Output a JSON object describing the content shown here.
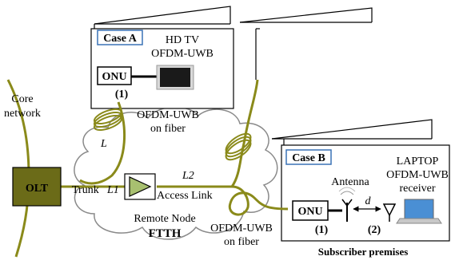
{
  "labels": {
    "core_network_line1": "Core",
    "core_network_line2": "network",
    "olt": "OLT",
    "trunk": "Trunk",
    "trunk_var": "L1",
    "access_link": "Access Link",
    "access_var": "L2",
    "remote_node": "Remote Node",
    "ftth": "FTTH",
    "fiber_var_l": "L",
    "uwb_fiber_top_line1": "OFDM-UWB",
    "uwb_fiber_top_line2": "on fiber",
    "uwb_fiber_bottom_line1": "OFDM-UWB",
    "uwb_fiber_bottom_line2": "on fiber",
    "subscriber_premises": "Subscriber premises"
  },
  "case_a": {
    "tag": "Case A",
    "device_line1": "HD TV",
    "device_line2": "OFDM-UWB",
    "onu": "ONU",
    "point": "(1)"
  },
  "case_b": {
    "tag": "Case B",
    "onu": "ONU",
    "antenna": "Antenna",
    "distance": "d",
    "device_line1": "LAPTOP",
    "device_line2": "OFDM-UWB",
    "device_line3": "receiver",
    "point1": "(1)",
    "point2": "(2)"
  },
  "colors": {
    "fiber": "#8a8a1a",
    "olt_fill": "#6b6b18",
    "amplifier_fill": "#a8c070",
    "ftth_text": "#9a9a9a",
    "cloud_stroke": "#8a8a8a",
    "case_box_stroke": "#3a72b5",
    "screen": "#1a1a1a",
    "laptop_screen": "#4a8fd4"
  }
}
